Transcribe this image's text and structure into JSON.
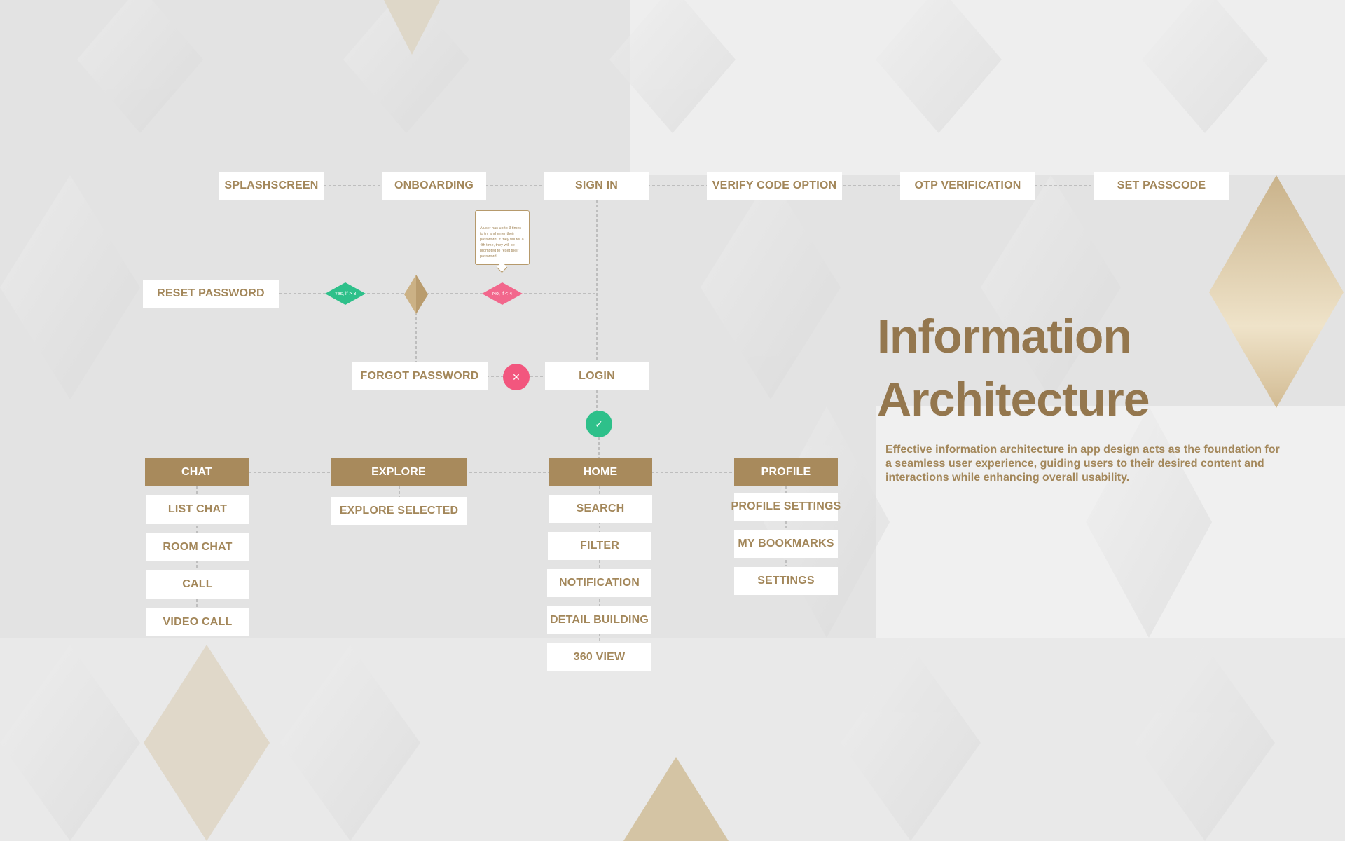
{
  "title": {
    "line1": "Information",
    "line2": "Architecture"
  },
  "description": "Effective information architecture in app design acts as the foundation for a seamless user experience, guiding users to their desired content and interactions while enhancing overall usability.",
  "colors": {
    "accent": "#a88a5c",
    "text": "#a3875a",
    "success": "#2ec08a",
    "danger": "#f2567e",
    "gold": "#d7c19a"
  },
  "top_flow": [
    "SPLASHSCREEN",
    "ONBOARDING",
    "SIGN IN",
    "VERIFY CODE OPTION",
    "OTP VERIFICATION",
    "SET PASSCODE"
  ],
  "auth": {
    "reset_password": "RESET PASSWORD",
    "forgot_password": "FORGOT PASSWORD",
    "login": "LOGIN",
    "yes_label": "Yes, if > 3",
    "no_label": "No, if < 4",
    "note": "A user has up to 3 times to try and enter their password. If they fail for a 4th time, they will be prompted to reset their password.",
    "fail_icon": "close-icon",
    "success_icon": "check-icon"
  },
  "main_nav": [
    {
      "label": "CHAT",
      "children": [
        "LIST CHAT",
        "ROOM CHAT",
        "CALL",
        "VIDEO CALL"
      ]
    },
    {
      "label": "EXPLORE",
      "children": [
        "EXPLORE SELECTED"
      ]
    },
    {
      "label": "HOME",
      "children": [
        "SEARCH",
        "FILTER",
        "NOTIFICATION",
        "DETAIL BUILDING",
        "360 VIEW"
      ]
    },
    {
      "label": "PROFILE",
      "children": [
        "PROFILE SETTINGS",
        "MY BOOKMARKS",
        "SETTINGS"
      ]
    }
  ]
}
